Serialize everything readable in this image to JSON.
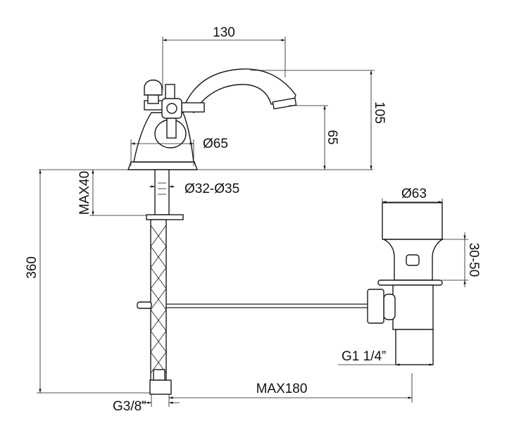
{
  "drawing": {
    "dimensions": {
      "spout_reach": "130",
      "total_height": "105",
      "spout_height": "65",
      "base_diameter": "Ø65",
      "max_deck_thickness": "MAX40",
      "hole_diameter": "Ø32-Ø35",
      "hose_length": "360",
      "waste_diameter": "Ø63",
      "waste_adjust": "30-50",
      "waste_thread": "G1 1/4”",
      "max_rod_distance": "MAX180",
      "hose_thread": "G3/8”"
    }
  }
}
